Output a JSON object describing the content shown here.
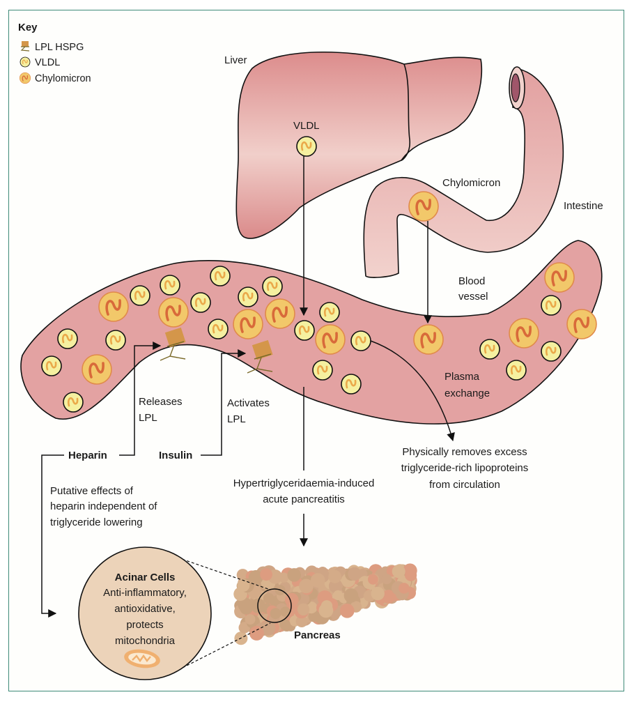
{
  "key": {
    "title": "Key",
    "items": [
      {
        "icon": "lpl-hspg-icon",
        "label": "LPL HSPG"
      },
      {
        "icon": "vldl-icon",
        "label": "VLDL"
      },
      {
        "icon": "chylomicron-icon",
        "label": "Chylomicron"
      }
    ]
  },
  "organs": {
    "liver": "Liver",
    "intestine": "Intestine",
    "blood_vessel": [
      "Blood",
      "vessel"
    ],
    "pancreas": "Pancreas"
  },
  "particles": {
    "vldl_label": "VLDL",
    "chylomicron_label": "Chylomicron"
  },
  "mechanisms": {
    "releases_lpl": [
      "Releases",
      "LPL"
    ],
    "activates_lpl": [
      "Activates",
      "LPL"
    ],
    "plasma_exchange": [
      "Plasma",
      "exchange"
    ],
    "heparin": "Heparin",
    "insulin": "Insulin",
    "putative": [
      "Putative effects of",
      "heparin independent of",
      "triglyceride lowering"
    ],
    "pancreatitis": [
      "Hypertriglyceridaemia-induced",
      "acute pancreatitis"
    ],
    "removal": [
      "Physically removes excess",
      "triglyceride-rich lipoproteins",
      "from circulation"
    ]
  },
  "acinar": {
    "title": "Acinar Cells",
    "lines": [
      "Anti-inflammatory,",
      "antioxidative,",
      "protects",
      "mitochondria"
    ]
  },
  "colors": {
    "frame": "#3e8a78",
    "vessel": "#e3a2a2",
    "liver_top": "#dd8e8e",
    "liver_mid": "#f1cfca",
    "vldl_fill": "#f5f0a0",
    "vldl_squiggle": "#eaa94a",
    "chylo_fill": "#f2c86a",
    "chylo_squiggle": "#d86a3a",
    "lpl": "#d4964a",
    "acinar_fill": "#ecd3b9"
  }
}
